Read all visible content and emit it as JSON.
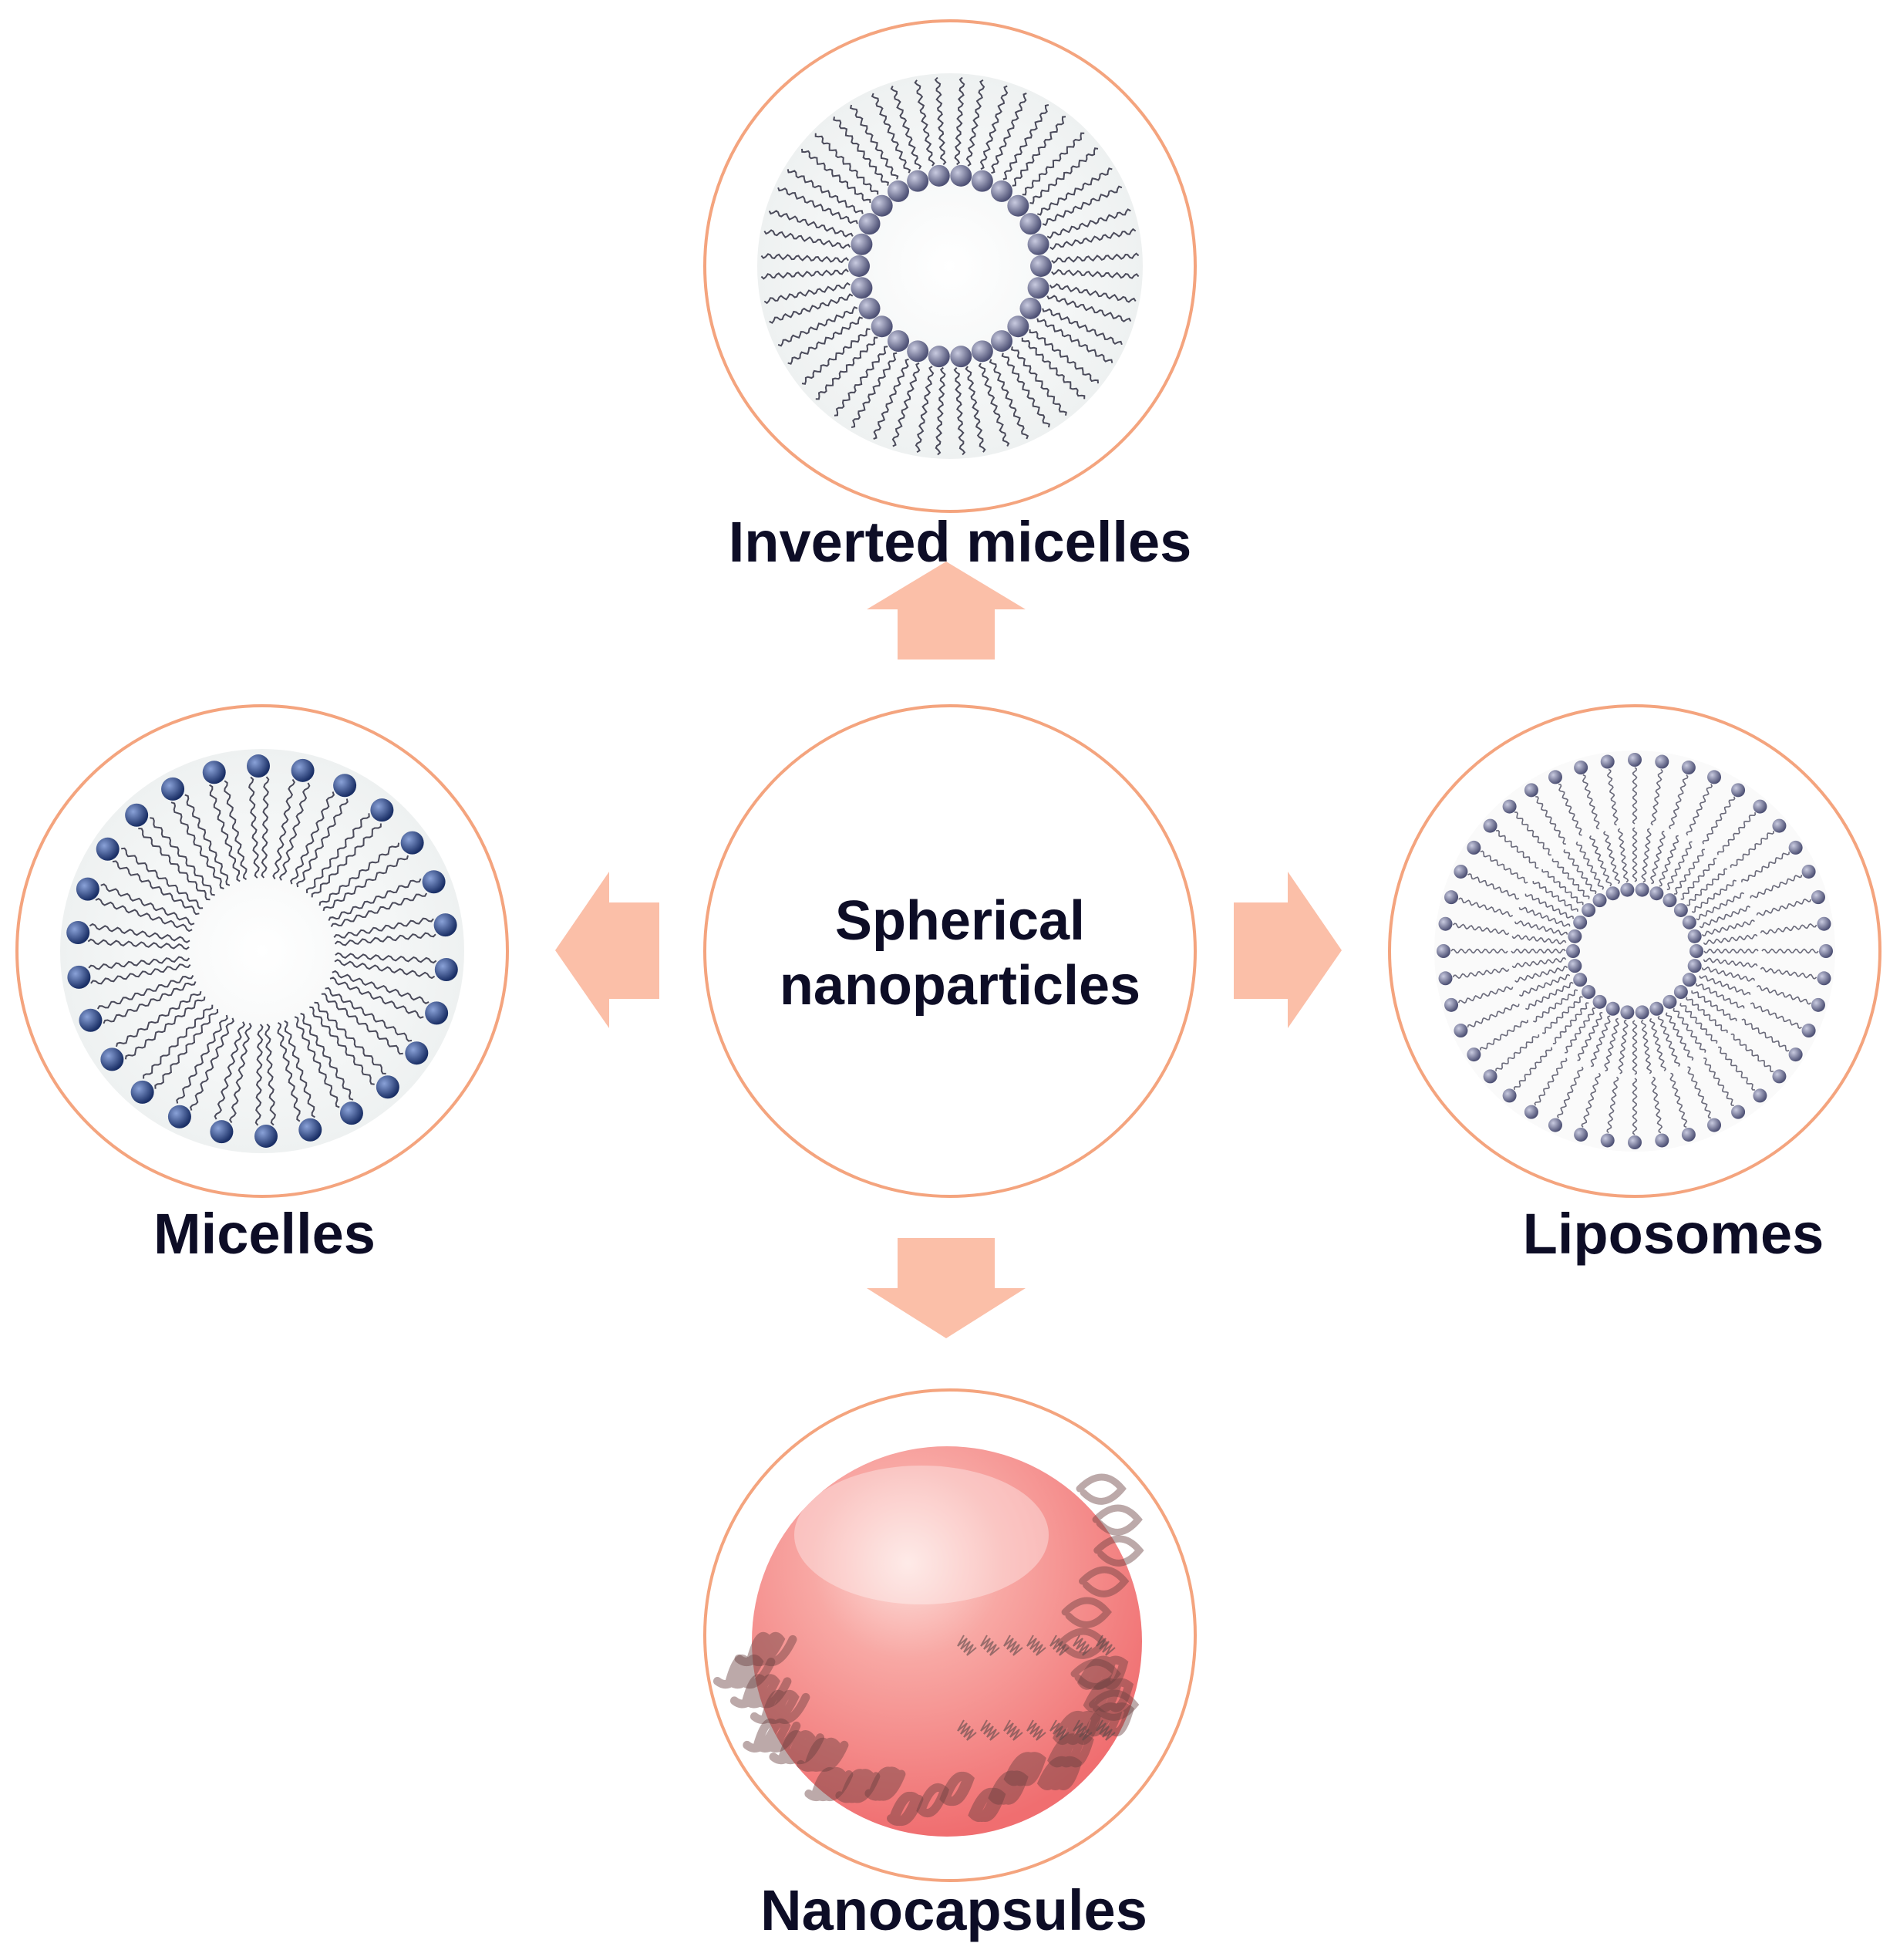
{
  "center": {
    "line1": "Spherical",
    "line2": "nanoparticles"
  },
  "nodes": {
    "top": {
      "label": "Inverted micelles"
    },
    "left": {
      "label": "Micelles"
    },
    "right": {
      "label": "Liposomes"
    },
    "bottom": {
      "label": "Nanocapsules"
    }
  },
  "colors": {
    "circle_border": "#f4a47e",
    "arrow": "#fbbfa8",
    "micelle_head": "#1f3a78",
    "inverted_head": "#5c5f82",
    "liposome_head": "#6b6890",
    "tail": "#4a4a5a",
    "capsule": "#f58a8a",
    "polymer": "#6b4040"
  }
}
